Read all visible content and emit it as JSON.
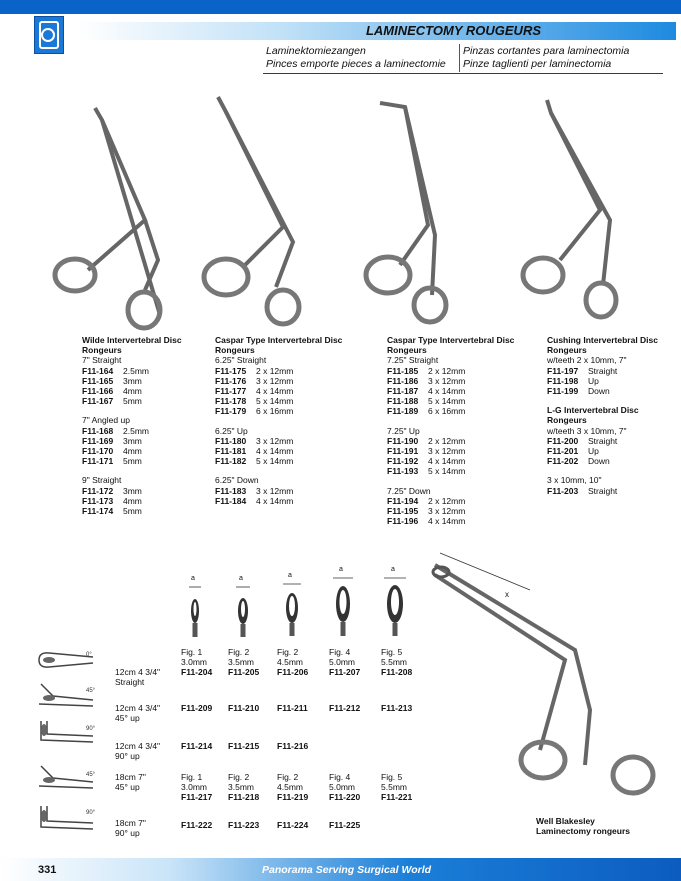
{
  "header": {
    "title": "LAMINECTOMY ROUGEURS",
    "lang_de": "Laminektomiezangen",
    "lang_fr": "Pinces emporte pieces a laminectomie",
    "lang_es": "Pinzas cortantes para laminectomia",
    "lang_it": "Pinze taglienti per laminectomia"
  },
  "columns": [
    {
      "title": "Wilde Intervertebral Disc Rongeurs",
      "groups": [
        {
          "label": "7\" Straight",
          "rows": [
            [
              "F11-164",
              "2.5mm"
            ],
            [
              "F11-165",
              "3mm"
            ],
            [
              "F11-166",
              "4mm"
            ],
            [
              "F11-167",
              "5mm"
            ]
          ]
        },
        {
          "label": "7\" Angled up",
          "rows": [
            [
              "F11-168",
              "2.5mm"
            ],
            [
              "F11-169",
              "3mm"
            ],
            [
              "F11-170",
              "4mm"
            ],
            [
              "F11-171",
              "5mm"
            ]
          ]
        },
        {
          "label": "9\" Straight",
          "rows": [
            [
              "F11-172",
              "3mm"
            ],
            [
              "F11-173",
              "4mm"
            ],
            [
              "F11-174",
              "5mm"
            ]
          ]
        }
      ]
    },
    {
      "title": "Caspar Type Intervertebral Disc Rongeurs",
      "groups": [
        {
          "label": "6.25\" Straight",
          "rows": [
            [
              "F11-175",
              "2 x 12mm"
            ],
            [
              "F11-176",
              "3 x 12mm"
            ],
            [
              "F11-177",
              "4 x 14mm"
            ],
            [
              "F11-178",
              "5 x 14mm"
            ],
            [
              "F11-179",
              "6 x 16mm"
            ]
          ]
        },
        {
          "label": "6.25\" Up",
          "rows": [
            [
              "F11-180",
              "3 x 12mm"
            ],
            [
              "F11-181",
              "4 x 14mm"
            ],
            [
              "F11-182",
              "5 x 14mm"
            ]
          ]
        },
        {
          "label": "6.25\" Down",
          "rows": [
            [
              "F11-183",
              "3 x 12mm"
            ],
            [
              "F11-184",
              "4 x 14mm"
            ]
          ]
        }
      ]
    },
    {
      "title": "Caspar Type Intervertebral Disc Rongeurs",
      "groups": [
        {
          "label": "7.25\" Straight",
          "rows": [
            [
              "F11-185",
              "2 x 12mm"
            ],
            [
              "F11-186",
              "3 x 12mm"
            ],
            [
              "F11-187",
              "4 x 14mm"
            ],
            [
              "F11-188",
              "5 x 14mm"
            ],
            [
              "F11-189",
              "6 x 16mm"
            ]
          ]
        },
        {
          "label": "7.25\" Up",
          "rows": [
            [
              "F11-190",
              "2 x 12mm"
            ],
            [
              "F11-191",
              "3 x 12mm"
            ],
            [
              "F11-192",
              "4 x 14mm"
            ],
            [
              "F11-193",
              "5 x 14mm"
            ]
          ]
        },
        {
          "label": "7.25\" Down",
          "rows": [
            [
              "F11-194",
              "2 x 12mm"
            ],
            [
              "F11-195",
              "3 x 12mm"
            ],
            [
              "F11-196",
              "4 x 14mm"
            ]
          ]
        }
      ]
    },
    {
      "title": "Cushing Intervertebral Disc Rongeurs",
      "groups": [
        {
          "label": "w/teeth 2 x 10mm, 7\"",
          "rows": [
            [
              "F11-197",
              "Straight"
            ],
            [
              "F11-198",
              "Up"
            ],
            [
              "F11-199",
              "Down"
            ]
          ]
        }
      ],
      "title2": "L-G Intervertebral Disc Rongeurs",
      "groups2": [
        {
          "label": "w/teeth 3 x 10mm, 7\"",
          "rows": [
            [
              "F11-200",
              "Straight"
            ],
            [
              "F11-201",
              "Up"
            ],
            [
              "F11-202",
              "Down"
            ]
          ]
        },
        {
          "label": "3 x 10mm, 10\"",
          "rows": [
            [
              "F11-203",
              "Straight"
            ]
          ]
        }
      ]
    }
  ],
  "tip_label": "a",
  "figures_top": [
    {
      "fig": "Fig. 1",
      "size": "3.0mm"
    },
    {
      "fig": "Fig. 2",
      "size": "3.5mm"
    },
    {
      "fig": "Fig. 2",
      "size": "4.5mm"
    },
    {
      "fig": "Fig. 4",
      "size": "5.0mm"
    },
    {
      "fig": "Fig. 5",
      "size": "5.5mm"
    }
  ],
  "figures_bottom": [
    {
      "fig": "Fig. 1",
      "size": "3.0mm"
    },
    {
      "fig": "Fig. 2",
      "size": "3.5mm"
    },
    {
      "fig": "Fig. 2",
      "size": "4.5mm"
    },
    {
      "fig": "Fig. 4",
      "size": "5.0mm"
    },
    {
      "fig": "Fig. 5",
      "size": "5.5mm"
    }
  ],
  "angle_rows": [
    {
      "angle": "0°",
      "l1": "12cm 4 3/4\"",
      "l2": "Straight",
      "codes": [
        "F11-204",
        "F11-205",
        "F11-206",
        "F11-207",
        "F11-208"
      ]
    },
    {
      "angle": "45°",
      "l1": "12cm 4 3/4\"",
      "l2": "45° up",
      "codes": [
        "F11-209",
        "F11-210",
        "F11-211",
        "F11-212",
        "F11-213"
      ]
    },
    {
      "angle": "90°",
      "l1": "12cm 4 3/4\"",
      "l2": "90° up",
      "codes": [
        "F11-214",
        "F11-215",
        "F11-216"
      ]
    },
    {
      "angle": "45°",
      "l1": "18cm 7\"",
      "l2": "45° up",
      "codes": [
        "F11-217",
        "F11-218",
        "F11-219",
        "F11-220",
        "F11-221"
      ]
    },
    {
      "angle": "90°",
      "l1": "18cm 7\"",
      "l2": "90° up",
      "codes": [
        "F11-222",
        "F11-223",
        "F11-224",
        "F11-225"
      ]
    }
  ],
  "well_label_x": "x",
  "caption": {
    "line1": "Well Blakesley",
    "line2": "Laminectomy rongeurs"
  },
  "footer": {
    "page": "331",
    "text": "Panorama Serving Surgical World"
  },
  "colors": {
    "accent": "#0a63c9",
    "footer_text": "#ffffff"
  }
}
